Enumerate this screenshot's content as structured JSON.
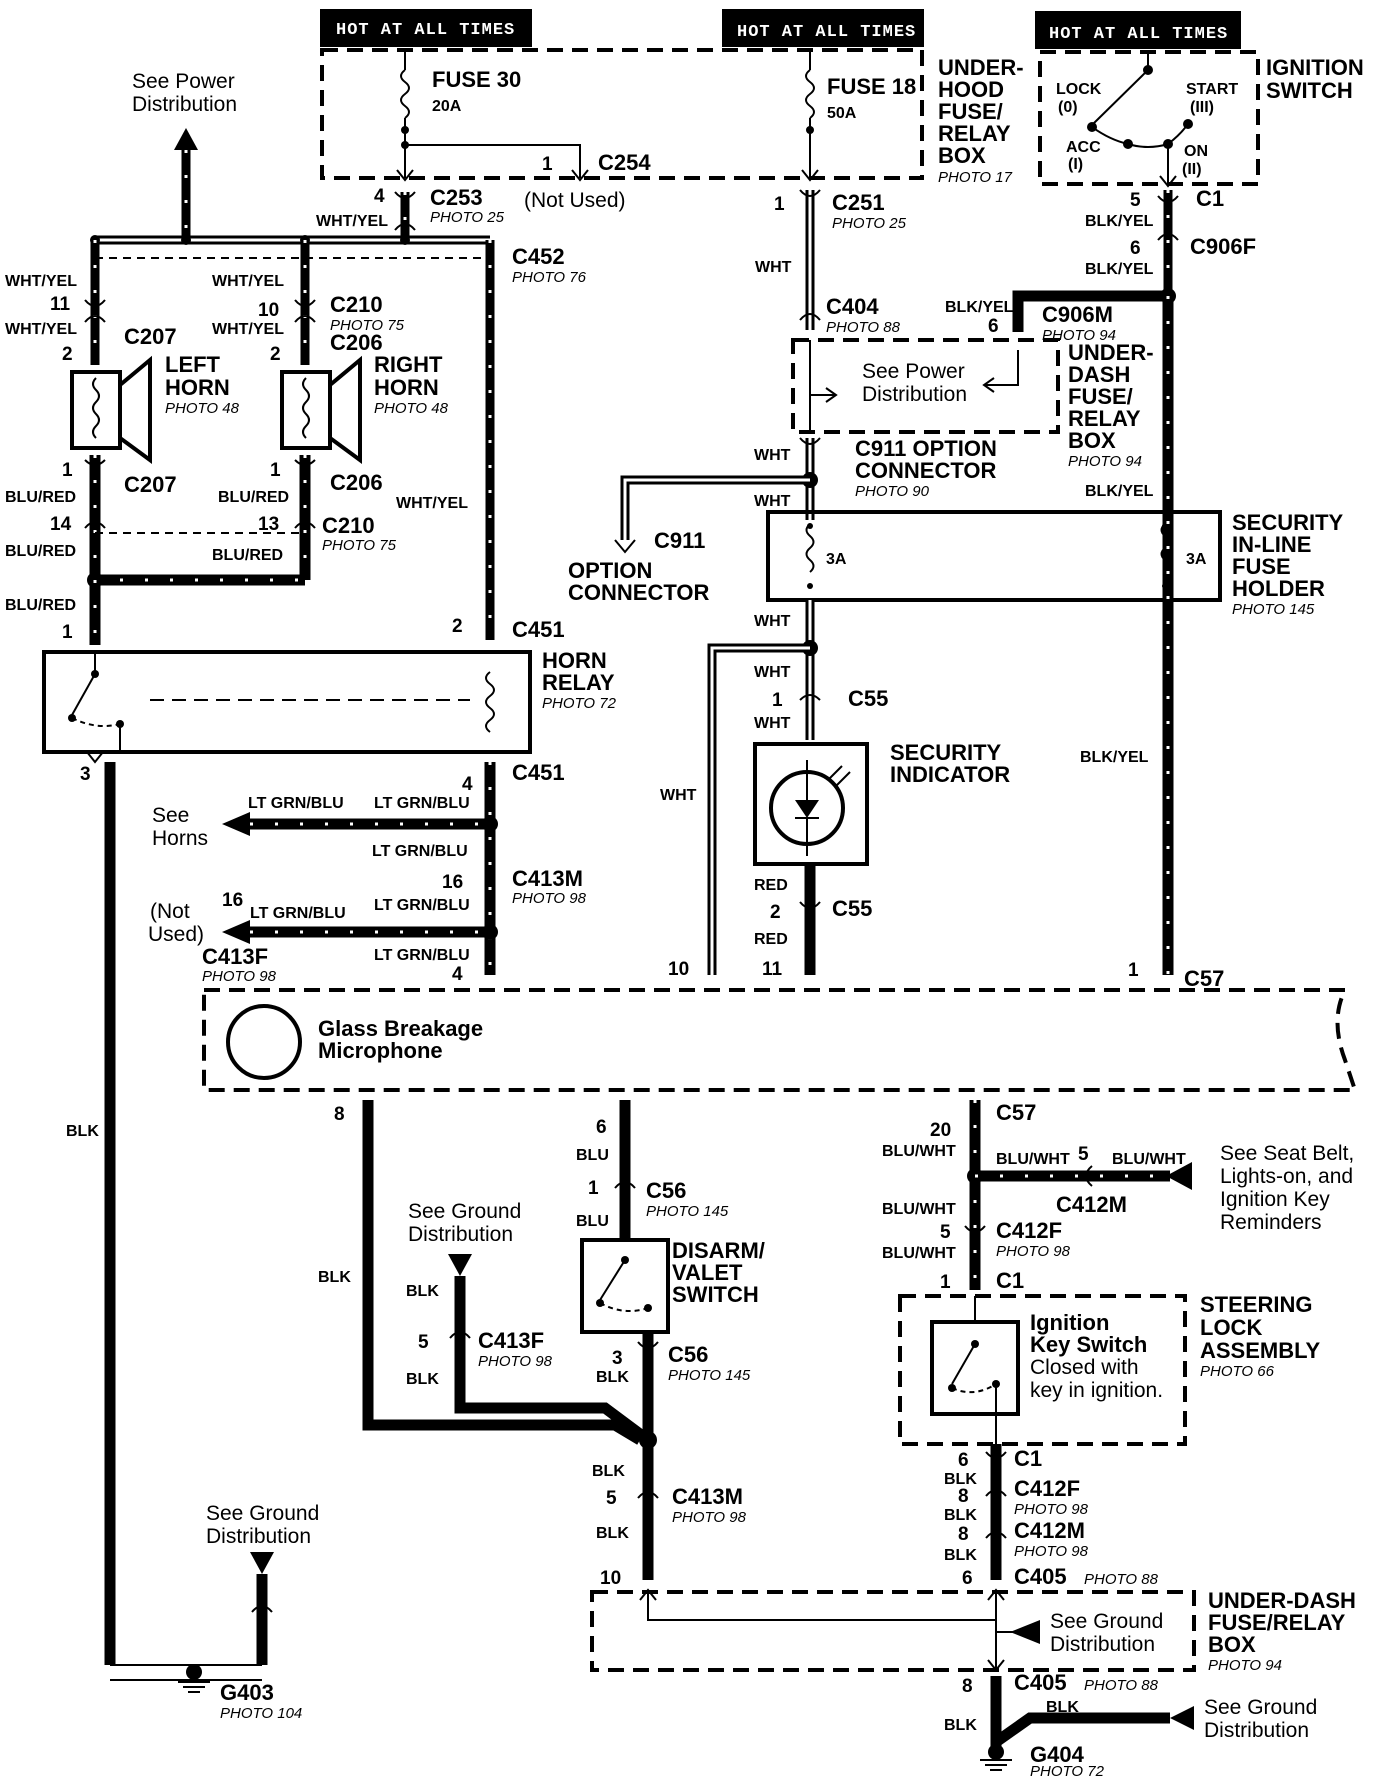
{
  "hot_labels": [
    "HOT AT ALL TIMES",
    "HOT AT ALL TIMES",
    "HOT AT ALL TIMES"
  ],
  "fuse30": {
    "name": "FUSE 30",
    "amps": "20A"
  },
  "fuse18": {
    "name": "FUSE 18",
    "amps": "50A"
  },
  "underhood_box": {
    "l1": "UNDER-",
    "l2": "HOOD",
    "l3": "FUSE/",
    "l4": "RELAY",
    "l5": "BOX",
    "photo": "PHOTO 17"
  },
  "ignition": {
    "title1": "IGNITION",
    "title2": "SWITCH",
    "lock": "LOCK",
    "lock_pos": "(0)",
    "acc": "ACC",
    "acc_pos": "(I)",
    "start": "START",
    "start_pos": "(III)",
    "on": "ON",
    "on_pos": "(II)"
  },
  "see_power_top": {
    "l1": "See Power",
    "l2": "Distribution"
  },
  "connectors": {
    "c254": "C254",
    "c254_pin": "1",
    "not_used": "(Not Used)",
    "c253": "C253",
    "c253_pin": "4",
    "c253_photo": "PHOTO 25",
    "c251": "C251",
    "c251_pin": "1",
    "c251_photo": "PHOTO 25",
    "c1_top": "C1",
    "c1_top_pin": "5",
    "c906f": "C906F",
    "c906f_pin": "6",
    "c452": "C452",
    "c452_photo": "PHOTO 76",
    "c404": "C404",
    "c404_photo": "PHOTO 88",
    "c906m": "C906M",
    "c906m_pin": "6",
    "c906m_photo": "PHOTO 94",
    "c207a": "C207",
    "c207a_pin": "2",
    "c207b": "C207",
    "c207b_pin": "1",
    "c206a": "C206",
    "c206a_pin": "2",
    "c206b": "C206",
    "c206b_pin": "1",
    "c210a": "C210",
    "c210a_photo": "PHOTO 75",
    "c210a_pin_l": "11",
    "c210a_pin_r": "10",
    "c210b": "C210",
    "c210b_photo": "PHOTO 75",
    "c210b_pin_l": "14",
    "c210b_pin_r": "13",
    "c911_opt": "C911 OPTION",
    "c911_opt2": "CONNECTOR",
    "c911_photo": "PHOTO 90",
    "c911": "C911",
    "c451a": "C451",
    "c451a_pin_l": "1",
    "c451a_pin_r": "2",
    "c451b": "C451",
    "c451b_pin": "4",
    "horn_relay_pin3": "3",
    "c55a": "C55",
    "c55a_pin": "1",
    "c55b": "C55",
    "c55b_pin": "2",
    "c413m_top": "C413M",
    "c413m_top_pin": "16",
    "c413m_top_photo": "PHOTO 98",
    "c413f_left": "C413F",
    "c413f_left_pin": "16",
    "c413f_left_photo": "PHOTO 98",
    "c57_top": "C57",
    "c57_pin_4": "4",
    "c57_pin_10": "10",
    "c57_pin_11": "11",
    "c57_pin_1": "1",
    "c57_bot": "C57",
    "c57_pin_8": "8",
    "c57_pin_6": "6",
    "c57_pin_20": "20",
    "c56a": "C56",
    "c56a_pin": "1",
    "c56a_photo": "PHOTO 145",
    "c56b": "C56",
    "c56b_pin": "3",
    "c56b_photo": "PHOTO 145",
    "c412m_side": "C412M",
    "c412m_side_pin": "5",
    "c412f_a": "C412F",
    "c412f_a_pin": "5",
    "c412f_a_photo": "PHOTO 98",
    "c1_mid": "C1",
    "c1_mid_pin": "1",
    "c1_low": "C1",
    "c1_low_pin": "6",
    "c412f_b": "C412F",
    "c412f_b_pin": "8",
    "c412f_b_photo": "PHOTO 98",
    "c412m_b": "C412M",
    "c412m_b_pin": "8",
    "c412m_b_photo": "PHOTO 98",
    "c405a": "C405",
    "c405a_photo": "PHOTO 88",
    "c405a_pin": "6",
    "c405a_pin_10": "10",
    "c405b": "C405",
    "c405b_photo": "PHOTO 88",
    "c405b_pin": "8",
    "c413f_mid": "C413F",
    "c413f_mid_pin": "5",
    "c413f_mid_photo": "PHOTO 98",
    "c413m_low": "C413M",
    "c413m_low_pin": "5",
    "c413m_low_photo": "PHOTO 98",
    "g403": "G403",
    "g403_photo": "PHOTO 104",
    "g404": "G404",
    "g404_photo": "PHOTO 72"
  },
  "wires": {
    "wht_yel": "WHT/YEL",
    "blk_yel": "BLK/YEL",
    "wht": "WHT",
    "blu_red": "BLU/RED",
    "lt_grn_blu": "LT GRN/BLU",
    "red": "RED",
    "blk": "BLK",
    "blu": "BLU",
    "blu_wht": "BLU/WHT"
  },
  "horns": {
    "left1": "LEFT",
    "left2": "HORN",
    "left_photo": "PHOTO 48",
    "right1": "RIGHT",
    "right2": "HORN",
    "right_photo": "PHOTO 48"
  },
  "underdash_top": {
    "l1": "UNDER-",
    "l2": "DASH",
    "l3": "FUSE/",
    "l4": "RELAY",
    "l5": "BOX",
    "photo": "PHOTO 94",
    "see1": "See Power",
    "see2": "Distribution"
  },
  "option_connector": {
    "l1": "OPTION",
    "l2": "CONNECTOR"
  },
  "security_fuse": {
    "l1": "SECURITY",
    "l2": "IN-LINE",
    "l3": "FUSE",
    "l4": "HOLDER",
    "photo": "PHOTO 145",
    "amp_l": "3A",
    "amp_r": "3A"
  },
  "horn_relay": {
    "l1": "HORN",
    "l2": "RELAY",
    "photo": "PHOTO 72"
  },
  "security_indicator": {
    "l1": "SECURITY",
    "l2": "INDICATOR"
  },
  "see_horns": {
    "l1": "See",
    "l2": "Horns"
  },
  "not_used_left": {
    "l1": "(Not",
    "l2": "Used)"
  },
  "glass_breakage": {
    "l1": "Glass Breakage",
    "l2": "Microphone"
  },
  "disarm": {
    "l1": "DISARM/",
    "l2": "VALET",
    "l3": "SWITCH"
  },
  "see_ground_mid": {
    "l1": "See Ground",
    "l2": "Distribution"
  },
  "see_ground_left": {
    "l1": "See Ground",
    "l2": "Distribution"
  },
  "see_seatbelt": {
    "l1": "See Seat Belt,",
    "l2": "Lights-on, and",
    "l3": "Ignition Key",
    "l4": "Reminders"
  },
  "steering": {
    "l1": "STEERING",
    "l2": "LOCK",
    "l3": "ASSEMBLY",
    "photo": "PHOTO 66",
    "k1": "Ignition",
    "k2": "Key Switch",
    "k3": "Closed with",
    "k4": "key in ignition."
  },
  "underdash_bot": {
    "l1": "UNDER-DASH",
    "l2": "FUSE/RELAY",
    "l3": "BOX",
    "photo": "PHOTO 94",
    "see1": "See Ground",
    "see2": "Distribution"
  },
  "see_ground_bot": {
    "l1": "See Ground",
    "l2": "Distribution"
  }
}
